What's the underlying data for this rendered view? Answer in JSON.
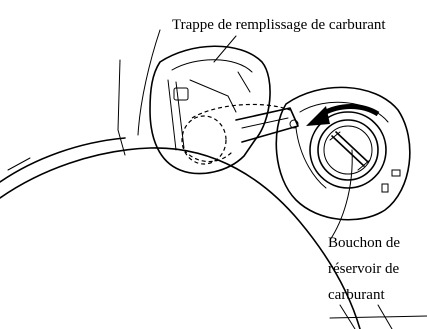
{
  "labels": {
    "fuel_door": "Trappe de remplissage de carburant",
    "fuel_cap_line1": "Bouchon de",
    "fuel_cap_line2": "réservoir de",
    "fuel_cap_line3": "carburant"
  }
}
